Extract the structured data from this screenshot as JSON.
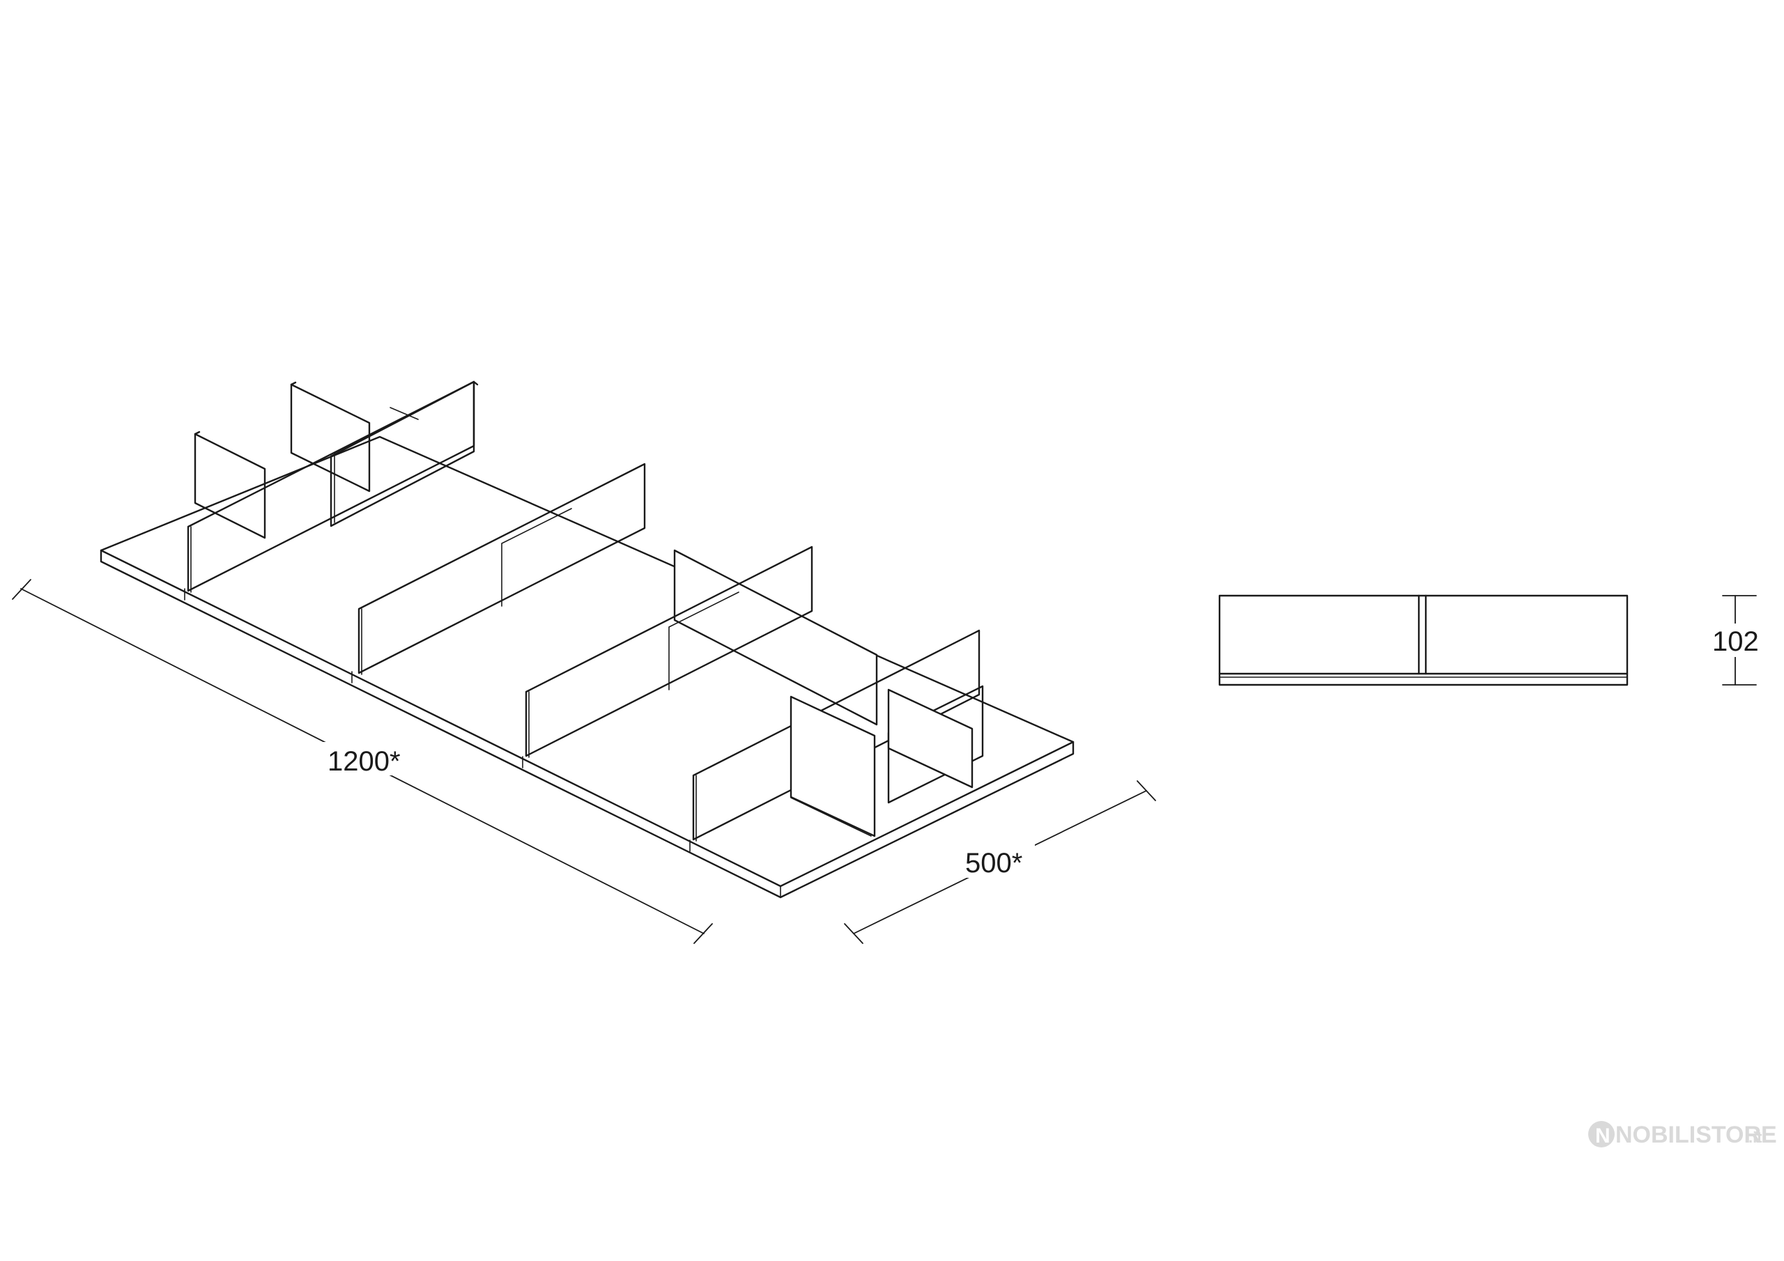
{
  "dimensions": {
    "length_label": "1200*",
    "depth_label": "500*",
    "height_label": "102"
  },
  "watermark": {
    "brand": "NOBILISTORE",
    "suffix": ".it"
  }
}
